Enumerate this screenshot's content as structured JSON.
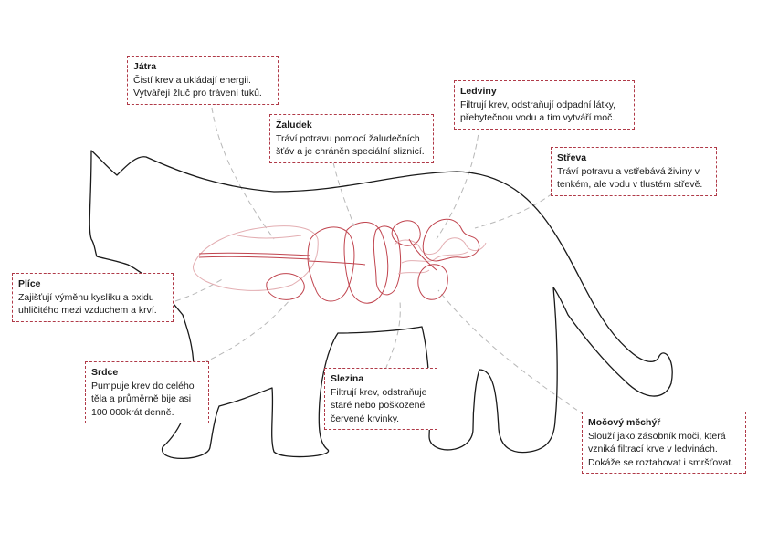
{
  "colors": {
    "outline": "#1a1a1a",
    "organs": "#c0444e",
    "organs_light": "#e3aeb2",
    "leader": "#b8b8b8",
    "callout_border": "#b03a48"
  },
  "callouts": {
    "jatra": {
      "title": "Játra",
      "text": "Čistí krev a ukládají energii.\nVytvářejí žluč pro trávení tuků."
    },
    "zaludek": {
      "title": "Žaludek",
      "text": "Tráví potravu pomocí žaludečních\nšťáv a je chráněn speciální sliznicí."
    },
    "ledviny": {
      "title": "Ledviny",
      "text": "Filtrují krev, odstraňují odpadní látky,\npřebytečnou vodu a tím vytváří moč."
    },
    "streva": {
      "title": "Střeva",
      "text": "Tráví potravu a vstřebává živiny v\ntenkém, ale vodu v tlustém střevě."
    },
    "plice": {
      "title": "Plíce",
      "text": "Zajišťují výměnu kyslíku a oxidu\nuhličitého mezi vzduchem a krví."
    },
    "srdce": {
      "title": "Srdce",
      "text": "Pumpuje krev do celého\n těla a průměrně bije asi\n100 000krát denně."
    },
    "slezina": {
      "title": "Slezina",
      "text": "Filtrují krev, odstraňuje\nstaré nebo poškozené\nčervené krvinky."
    },
    "mocovy_mechyr": {
      "title": "Močový měchýř",
      "text": "Slouží jako zásobník moči, která\nvzniká filtrací krve v ledvinách.\nDokáže se roztahovat i smršťovat."
    }
  }
}
